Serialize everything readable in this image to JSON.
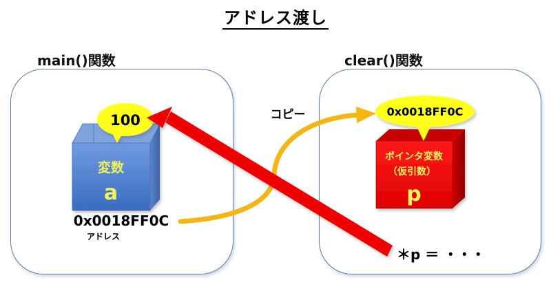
{
  "title": "アドレス渡し",
  "scopes": {
    "main": {
      "label": "main()関数"
    },
    "clear": {
      "label": "clear()関数"
    }
  },
  "variable_a": {
    "label": "変数",
    "name": "a",
    "value": "100",
    "address": "0x0018FF0C",
    "address_caption": "アドレス",
    "color": "#4f7ec8"
  },
  "pointer_p": {
    "label_line1": "ポインタ変数",
    "label_line2": "（仮引数）",
    "name": "p",
    "value": "0x0018FF0C",
    "color": "#e00000"
  },
  "copy_arrow": {
    "label": "コピー",
    "color": "#f5b614"
  },
  "deref_arrow": {
    "label": "＊p ＝ ・・・",
    "color": "#ee0000"
  },
  "colors": {
    "bubble": "#ffff1a",
    "label_text": "#f2f25a"
  }
}
